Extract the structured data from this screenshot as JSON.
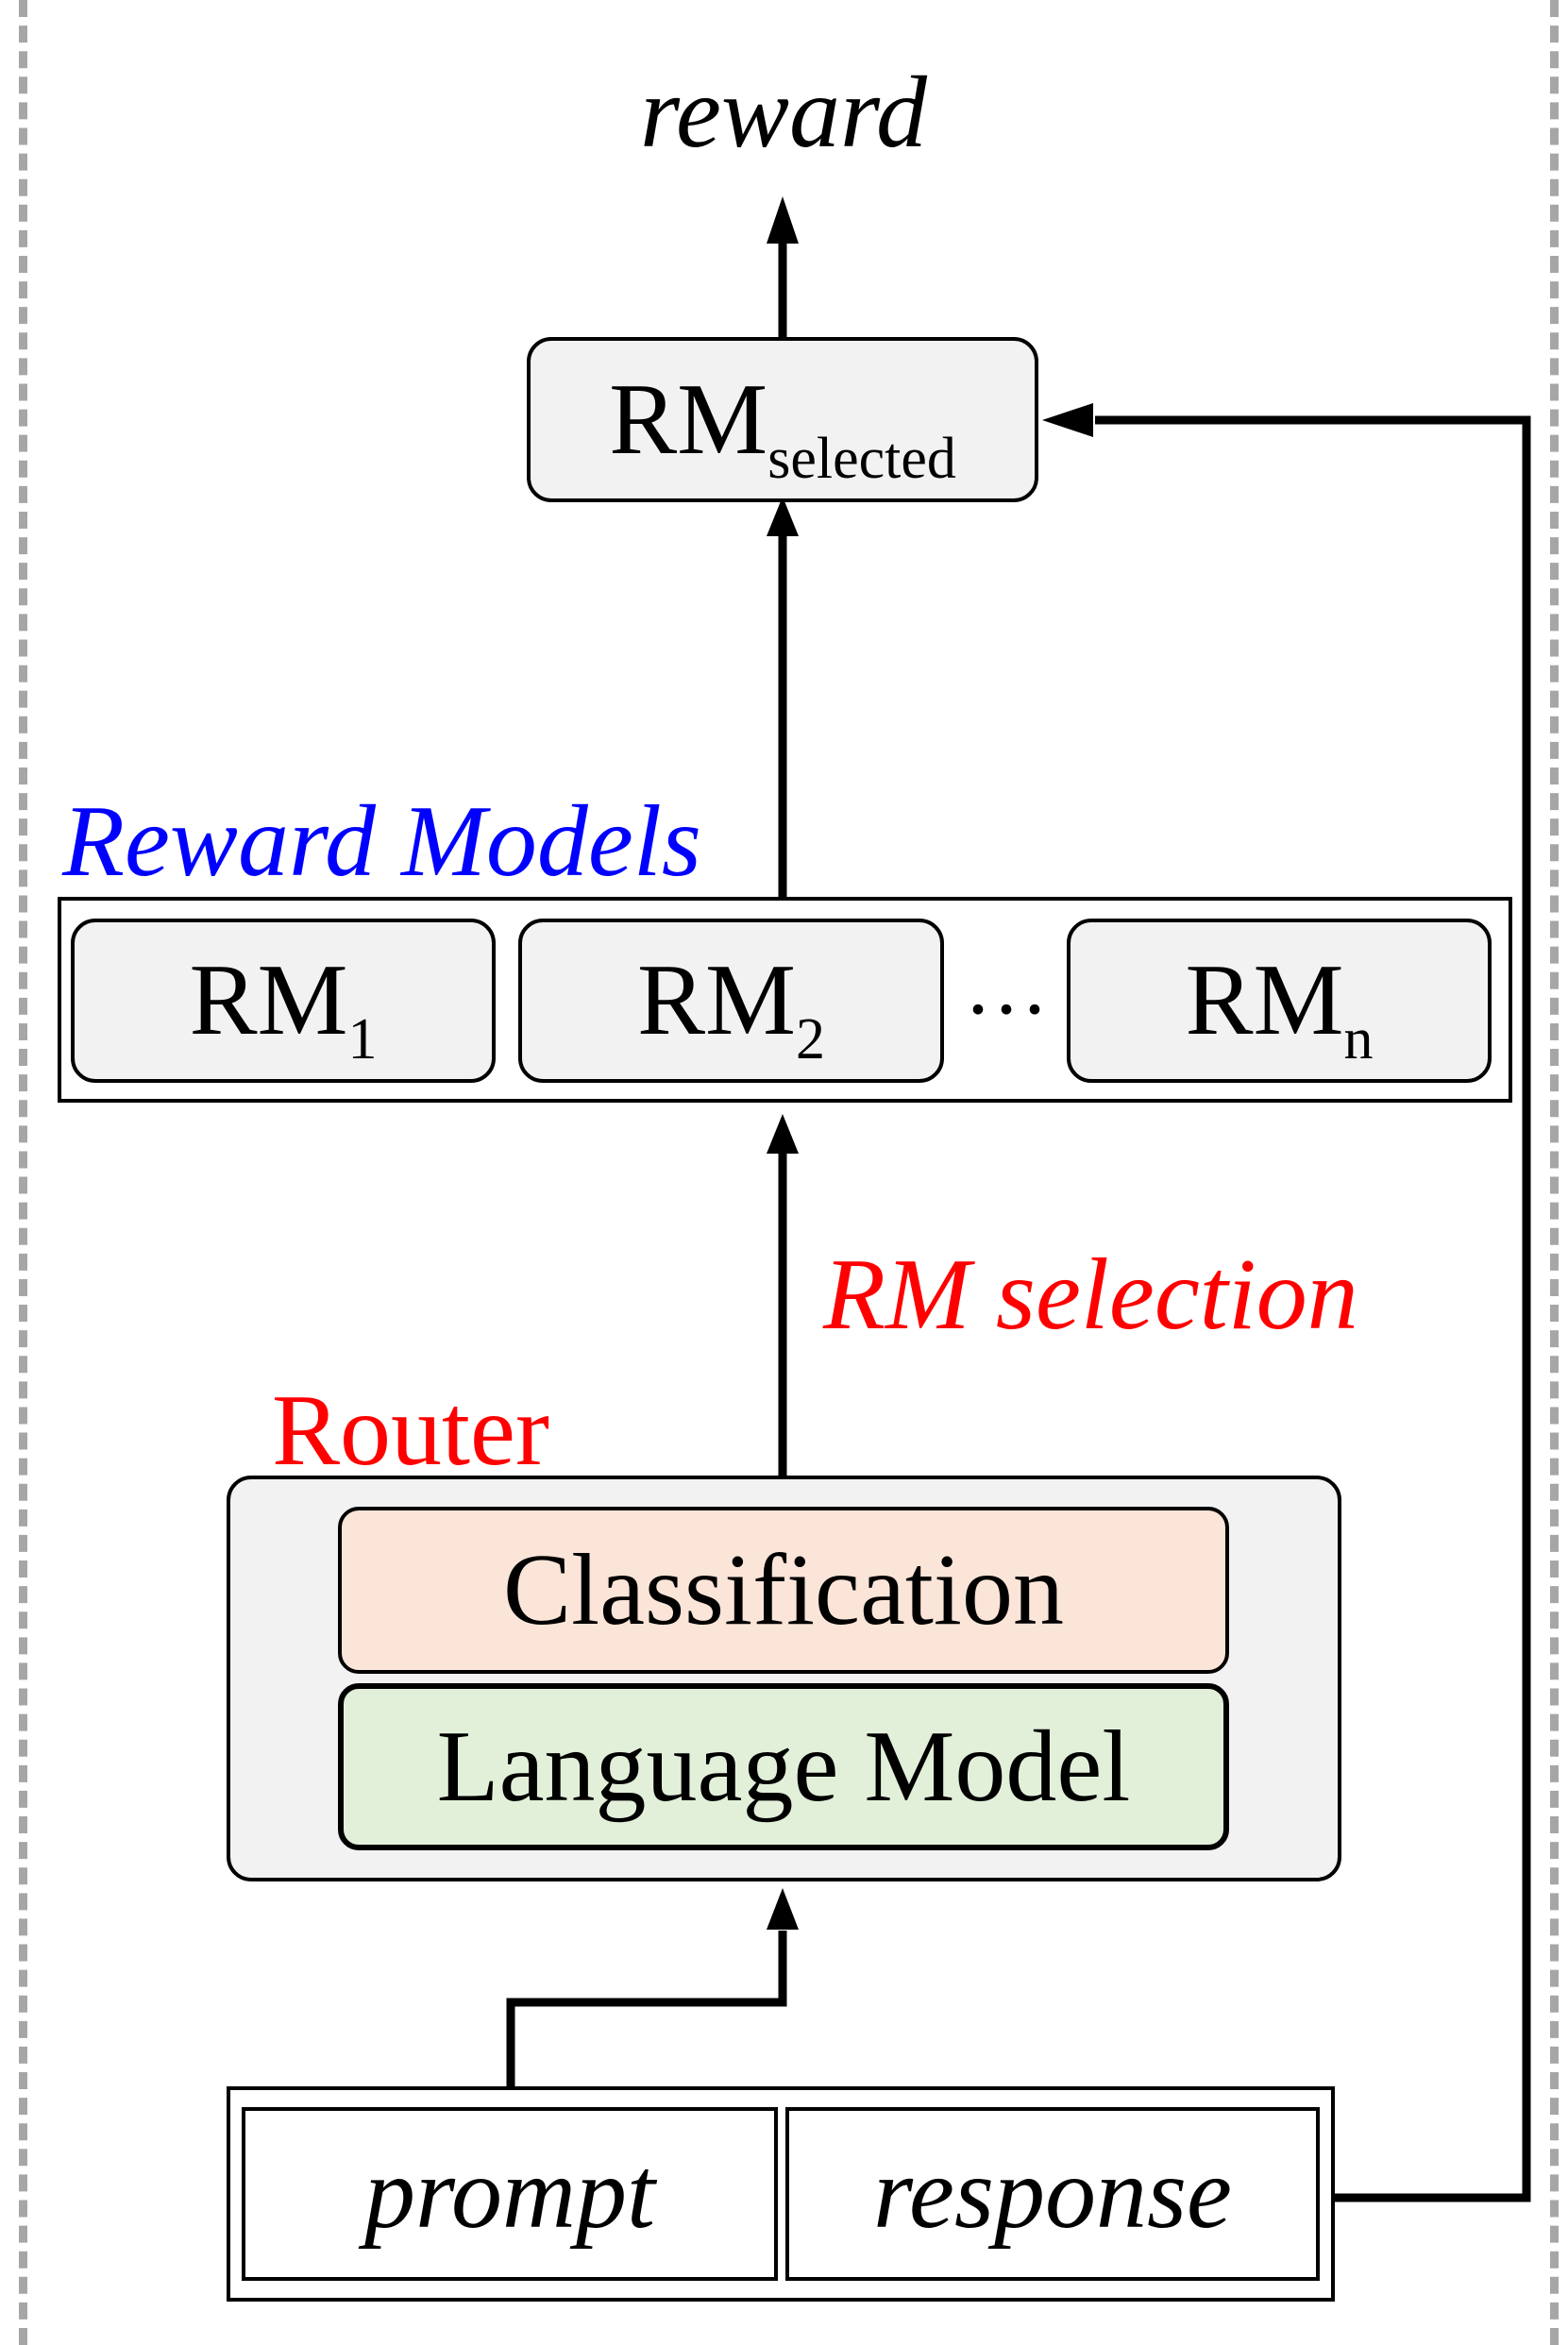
{
  "output_label": "reward",
  "rm_selected": {
    "base": "RM",
    "sub": "selected"
  },
  "reward_models": {
    "title": "Reward Models",
    "items": [
      {
        "base": "RM",
        "sub": "1"
      },
      {
        "base": "RM",
        "sub": "2"
      },
      {
        "base": "RM",
        "sub": "n"
      }
    ],
    "ellipsis": "···"
  },
  "selection_label": "RM selection",
  "router": {
    "title": "Router",
    "classification": "Classification",
    "language_model": "Language Model"
  },
  "inputs": {
    "prompt": "prompt",
    "response": "response"
  },
  "colors": {
    "reward_models_title": "#0000ff",
    "router_accent": "#ff0000",
    "box_fill": "#f2f2f2",
    "classification_fill": "#fbe5d8",
    "language_model_fill": "#e2f0da",
    "border": "#000000",
    "dashed_border": "#a6a6a6"
  }
}
